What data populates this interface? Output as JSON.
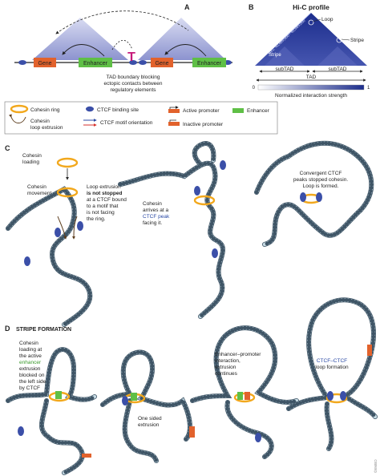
{
  "panelA": {
    "label": "A",
    "gene_label": "Gene",
    "enhancer_label": "Enhancer",
    "boundary_note": [
      "TAD boundary blocking",
      "ectopic contacts between",
      "regulatory elements"
    ]
  },
  "panelB": {
    "label": "B",
    "title": "Hi-C profile",
    "coords": "chr2: 40,665,000 - 40,585,000",
    "loop_label": "Loop",
    "stripe_label": "Stripe",
    "subtad_label": "subTAD",
    "tad_label": "TAD",
    "scale_min": "0",
    "scale_max": "1",
    "scale_caption": "Normalized interaction strength",
    "colors": {
      "low": "#ffffff",
      "high": "#1c2d8c"
    }
  },
  "legend": {
    "cohesin_ring": "Cohesin ring",
    "cohesin_extrusion": [
      "Cohesin",
      "loop extrusion"
    ],
    "ctcf_site": "CTCF  binding site",
    "ctcf_orientation": "CTCF motif orientation",
    "active_promoter": "Active promoter",
    "inactive_promoter": "Inactive promoter",
    "enhancer": "Enhancer"
  },
  "panelC": {
    "label": "C",
    "cohesin_loading": [
      "Cohesin",
      "loading"
    ],
    "cohesin_movement": [
      "Cohesin",
      "movement"
    ],
    "not_stopped": [
      "Loop extrusion",
      "is not stopped",
      "at a CTCF bound",
      "to a motif that",
      "is not facing",
      "the ring."
    ],
    "arrives": [
      "Cohesin",
      "arrives at a",
      "CTCF peak",
      "facing it."
    ],
    "convergent": [
      "Convergent CTCF",
      "peaks stopped cohesin.",
      "Loop is formed."
    ]
  },
  "panelD": {
    "label": "D",
    "title": "STRIPE FORMATION",
    "loading_text": [
      "Cohesin",
      "loading at",
      "the active",
      "enhancer",
      "extrusion",
      "blocked on",
      "the left side",
      "by CTCF"
    ],
    "one_sided": [
      "One sided",
      "extrusion"
    ],
    "ep_text": [
      "Enhancer–promoter",
      "interaction,",
      "extrusion",
      "continues"
    ],
    "ctcf_text": [
      "CTCF–CTCF",
      "loop formation"
    ]
  },
  "corner_mark": "©EMBO"
}
